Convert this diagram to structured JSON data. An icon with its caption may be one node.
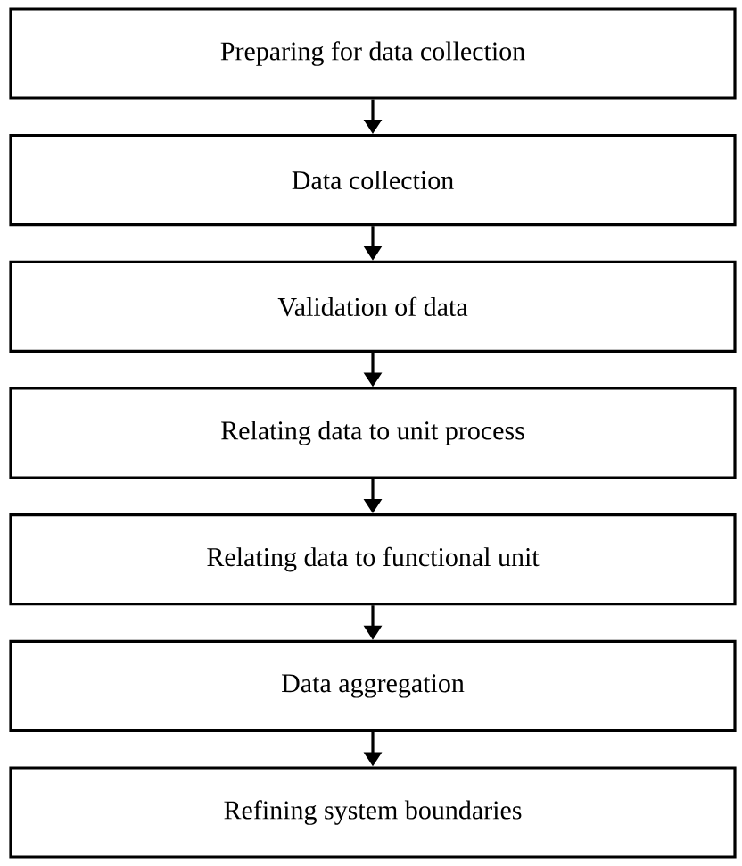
{
  "diagram": {
    "nodes": [
      {
        "text": [
          "Preparing for data collection"
        ]
      },
      {
        "text": [
          "Data collection"
        ]
      },
      {
        "text": [
          "Validation of data"
        ]
      },
      {
        "text": [
          "Relating data to unit process"
        ]
      },
      {
        "text": [
          "Relating data to functional unit"
        ]
      },
      {
        "text": [
          "Data aggregation"
        ]
      },
      {
        "text": [
          "Refining system boundaries"
        ]
      }
    ],
    "edges": [
      {
        "from": 0,
        "to": 1,
        "arrow": "to"
      },
      {
        "from": 1,
        "to": 2,
        "arrow": "to"
      },
      {
        "from": 2,
        "to": 3,
        "arrow": "to"
      },
      {
        "from": 3,
        "to": 4,
        "arrow": "to"
      },
      {
        "from": 4,
        "to": 5,
        "arrow": "to"
      },
      {
        "from": 5,
        "to": 6,
        "arrow": "to"
      }
    ]
  }
}
